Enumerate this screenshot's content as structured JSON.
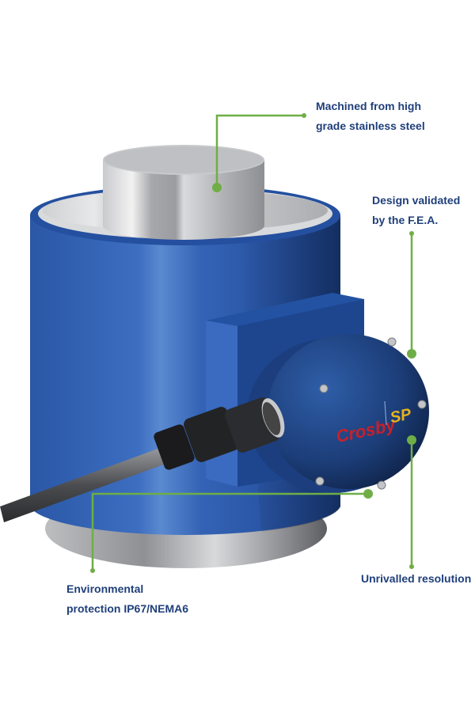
{
  "diagram": {
    "subject": "Compression load cell",
    "colors": {
      "body_blue": "#2f5fb0",
      "body_highlight": "#5a8ad0",
      "steel": "#b8b9bc",
      "leader_green": "#6fae47",
      "label_navy": "#1f3f7a",
      "logo_red": "#c8202a",
      "logo_yellow": "#e8b21e"
    },
    "logo": {
      "brand_left": "Crosby",
      "brand_right": "SP"
    },
    "callouts": [
      {
        "id": "steel",
        "lines": [
          "Machined from high",
          "grade stainless steel"
        ]
      },
      {
        "id": "fea",
        "lines": [
          "Design validated",
          "by the F.E.A."
        ]
      },
      {
        "id": "ip67",
        "lines": [
          "Environmental",
          "protection IP67/NEMA6"
        ]
      },
      {
        "id": "resolution",
        "lines": [
          "Unrivalled resolution"
        ]
      }
    ]
  }
}
